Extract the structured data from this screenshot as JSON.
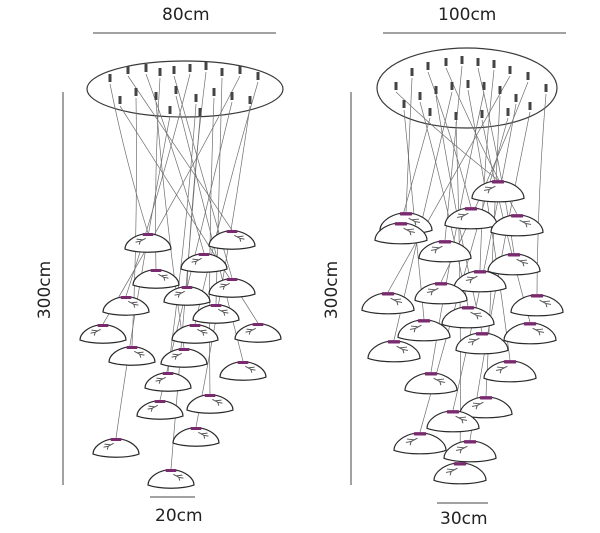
{
  "colors": {
    "line": "#3a3a3a",
    "wire": "#6e6e6e",
    "shade_outline": "#2a2a2a",
    "shade_cap": "#7a2a6e",
    "crackle": "#555555",
    "dimension": "#444444"
  },
  "left_chandelier": {
    "canopy_width_label": "80cm",
    "height_label": "300cm",
    "shade_width_label": "20cm",
    "pendant_count": 21
  },
  "right_chandelier": {
    "canopy_width_label": "100cm",
    "height_label": "300cm",
    "shade_width_label": "30cm",
    "pendant_count": 25
  }
}
